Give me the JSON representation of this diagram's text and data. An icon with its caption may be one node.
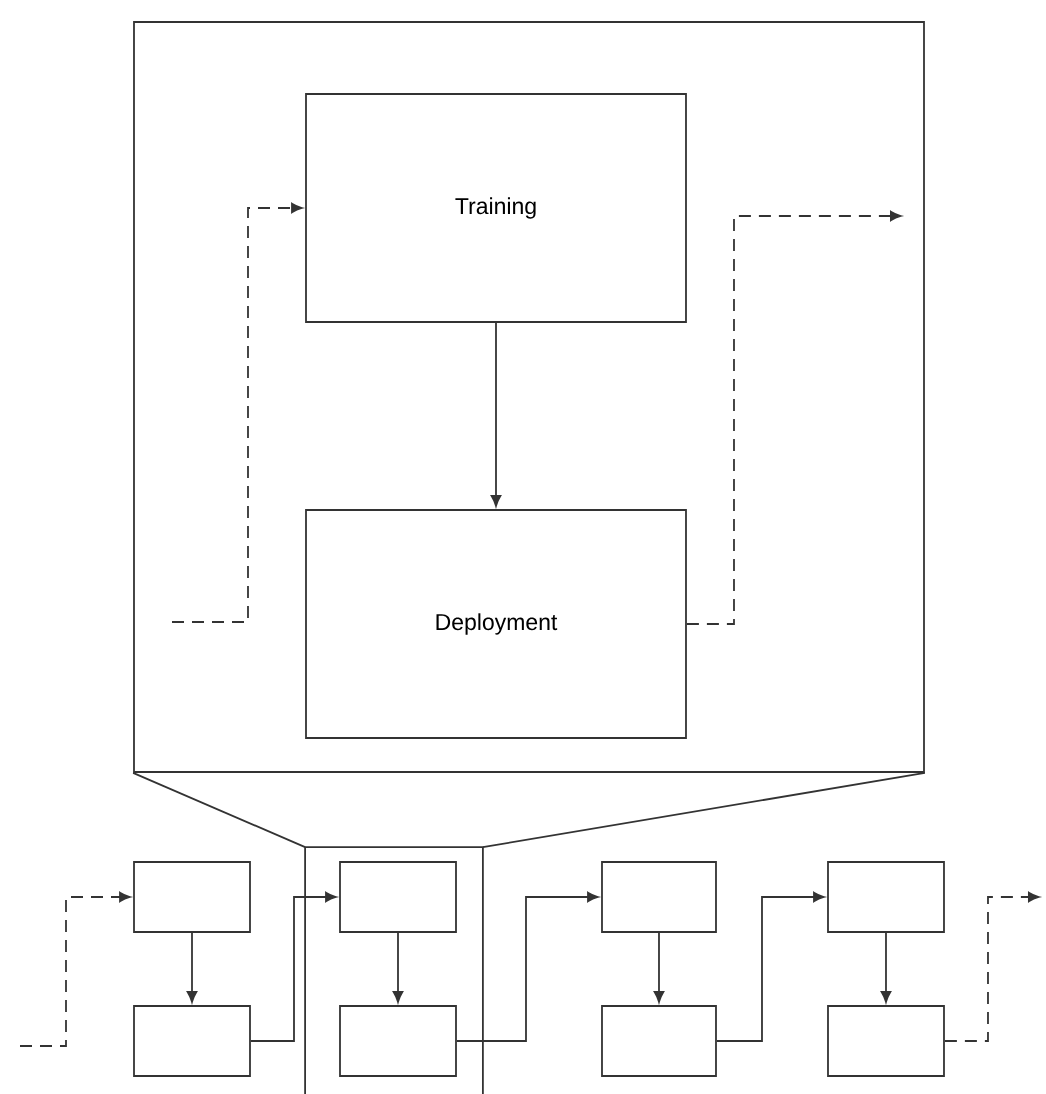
{
  "diagram": {
    "nodes": [
      {
        "text": [],
        "shape": "box"
      },
      {
        "text": [
          "Training"
        ],
        "in": 0
      },
      {
        "text": [
          "Deployment"
        ],
        "in": 0
      },
      {
        "text": [],
        "shape": "box"
      },
      {
        "text": [],
        "shape": "box"
      },
      {
        "text": [],
        "shape": "box"
      },
      {
        "text": [],
        "shape": "box",
        "in": 5
      },
      {
        "text": [],
        "shape": "box",
        "in": 5
      },
      {
        "text": [],
        "shape": "box"
      },
      {
        "text": [],
        "shape": "box"
      },
      {
        "text": [],
        "shape": "box"
      },
      {
        "text": [],
        "shape": "box"
      }
    ],
    "edges": [
      {
        "from": null,
        "to": 1,
        "arrow": "to",
        "style": "dashed"
      },
      {
        "from": 1,
        "to": 2,
        "arrow": "to"
      },
      {
        "from": 2,
        "to": null,
        "arrow": "to",
        "style": "dashed"
      },
      {
        "from": 0,
        "to": 5,
        "arrow": "none"
      },
      {
        "from": 0,
        "to": 5,
        "arrow": "none"
      },
      {
        "from": null,
        "to": 3,
        "arrow": "to",
        "style": "dashed"
      },
      {
        "from": 3,
        "to": 4,
        "arrow": "to"
      },
      {
        "from": 4,
        "to": 6,
        "arrow": "to"
      },
      {
        "from": 6,
        "to": 7,
        "arrow": "to"
      },
      {
        "from": 7,
        "to": 8,
        "arrow": "to"
      },
      {
        "from": 8,
        "to": 9,
        "arrow": "to"
      },
      {
        "from": 9,
        "to": 10,
        "arrow": "to"
      },
      {
        "from": 10,
        "to": 11,
        "arrow": "to"
      },
      {
        "from": 11,
        "to": null,
        "arrow": "to",
        "style": "dashed"
      }
    ]
  }
}
